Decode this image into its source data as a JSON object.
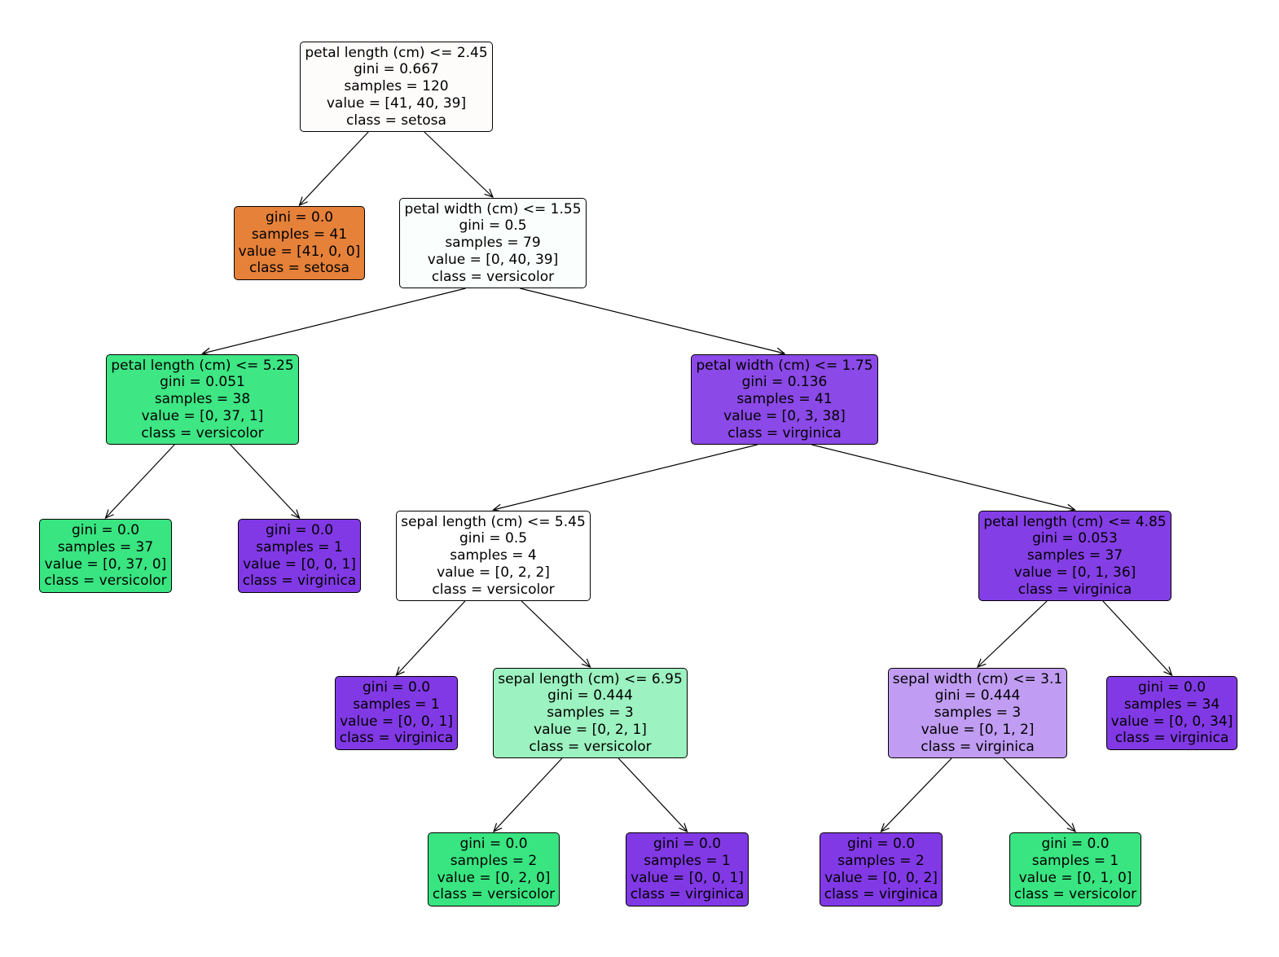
{
  "tree": {
    "nodes": [
      {
        "id": "n0",
        "lines": [
          "petal length (cm) <= 2.45",
          "gini = 0.667",
          "samples = 120",
          "value = [41, 40, 39]",
          "class = setosa"
        ],
        "fill": "#fefcfb"
      },
      {
        "id": "n1",
        "lines": [
          "gini = 0.0",
          "samples = 41",
          "value = [41, 0, 0]",
          "class = setosa"
        ],
        "fill": "#e58139"
      },
      {
        "id": "n2",
        "lines": [
          "petal width (cm) <= 1.55",
          "gini = 0.5",
          "samples = 79",
          "value = [0, 40, 39]",
          "class = versicolor"
        ],
        "fill": "#fafefc"
      },
      {
        "id": "n3",
        "lines": [
          "petal length (cm) <= 5.25",
          "gini = 0.051",
          "samples = 38",
          "value = [0, 37, 1]",
          "class = versicolor"
        ],
        "fill": "#3ee684"
      },
      {
        "id": "n4",
        "lines": [
          "gini = 0.0",
          "samples = 37",
          "value = [0, 37, 0]",
          "class = versicolor"
        ],
        "fill": "#39e581"
      },
      {
        "id": "n5",
        "lines": [
          "gini = 0.0",
          "samples = 1",
          "value = [0, 0, 1]",
          "class = virginica"
        ],
        "fill": "#8139e5"
      },
      {
        "id": "n6",
        "lines": [
          "petal width (cm) <= 1.75",
          "gini = 0.136",
          "samples = 41",
          "value = [0, 3, 38]",
          "class = virginica"
        ],
        "fill": "#8b49e7"
      },
      {
        "id": "n7",
        "lines": [
          "sepal length (cm) <= 5.45",
          "gini = 0.5",
          "samples = 4",
          "value = [0, 2, 2]",
          "class = versicolor"
        ],
        "fill": "#ffffff"
      },
      {
        "id": "n8",
        "lines": [
          "gini = 0.0",
          "samples = 1",
          "value = [0, 0, 1]",
          "class = virginica"
        ],
        "fill": "#8139e5"
      },
      {
        "id": "n9",
        "lines": [
          "sepal length (cm) <= 6.95",
          "gini = 0.444",
          "samples = 3",
          "value = [0, 2, 1]",
          "class = versicolor"
        ],
        "fill": "#9cf2c0"
      },
      {
        "id": "n10",
        "lines": [
          "gini = 0.0",
          "samples = 2",
          "value = [0, 2, 0]",
          "class = versicolor"
        ],
        "fill": "#39e581"
      },
      {
        "id": "n11",
        "lines": [
          "gini = 0.0",
          "samples = 1",
          "value = [0, 0, 1]",
          "class = virginica"
        ],
        "fill": "#8139e5"
      },
      {
        "id": "n12",
        "lines": [
          "petal length (cm) <= 4.85",
          "gini = 0.053",
          "samples = 37",
          "value = [0, 1, 36]",
          "class = virginica"
        ],
        "fill": "#843ee6"
      },
      {
        "id": "n13",
        "lines": [
          "sepal width (cm) <= 3.1",
          "gini = 0.444",
          "samples = 3",
          "value = [0, 1, 2]",
          "class = virginica"
        ],
        "fill": "#c09cf2"
      },
      {
        "id": "n14",
        "lines": [
          "gini = 0.0",
          "samples = 2",
          "value = [0, 0, 2]",
          "class = virginica"
        ],
        "fill": "#8139e5"
      },
      {
        "id": "n15",
        "lines": [
          "gini = 0.0",
          "samples = 1",
          "value = [0, 1, 0]",
          "class = versicolor"
        ],
        "fill": "#39e581"
      },
      {
        "id": "n16",
        "lines": [
          "gini = 0.0",
          "samples = 34",
          "value = [0, 0, 34]",
          "class = virginica"
        ],
        "fill": "#8139e5"
      }
    ],
    "edges": [
      [
        "n0",
        "n1"
      ],
      [
        "n0",
        "n2"
      ],
      [
        "n2",
        "n3"
      ],
      [
        "n2",
        "n6"
      ],
      [
        "n3",
        "n4"
      ],
      [
        "n3",
        "n5"
      ],
      [
        "n6",
        "n7"
      ],
      [
        "n6",
        "n12"
      ],
      [
        "n7",
        "n8"
      ],
      [
        "n7",
        "n9"
      ],
      [
        "n9",
        "n10"
      ],
      [
        "n9",
        "n11"
      ],
      [
        "n12",
        "n13"
      ],
      [
        "n12",
        "n16"
      ],
      [
        "n13",
        "n14"
      ],
      [
        "n13",
        "n15"
      ]
    ]
  }
}
